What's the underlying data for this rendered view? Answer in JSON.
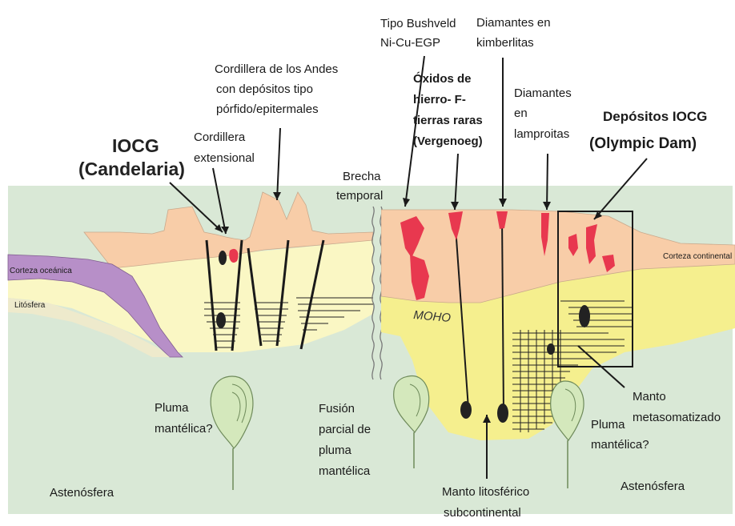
{
  "colors": {
    "astenosfera": "#d9e8d6",
    "litosfera": "#faf7c4",
    "manto_litosferico": "#f5ef8e",
    "corteza_continental": "#f8cda8",
    "corteza_oceanica": "#b78fc8",
    "magma": "#e8384f",
    "pluma": "#d4e8bc"
  },
  "labels": {
    "iocg_candelaria": [
      "IOCG",
      "(Candelaria)"
    ],
    "cordillera_extensional": [
      "Cordillera",
      "extensional"
    ],
    "cordillera_andes": [
      "Cordillera de los Andes",
      "con depósitos tipo",
      "pórfido/epitermales"
    ],
    "brecha_temporal": [
      "Brecha",
      "temporal"
    ],
    "tipo_bushveld": [
      "Tipo Bushveld",
      "Ni-Cu-EGP"
    ],
    "diamantes_kimberlitas": [
      "Diamantes en",
      "kimberlitas"
    ],
    "oxidos_hierro": [
      "Óxidos de",
      "hierro- F-",
      "tierras raras",
      "(Vergenoeg)"
    ],
    "diamantes_lamproitas": [
      "Diamantes",
      "en",
      "lamproitas"
    ],
    "depositos_iocg": [
      "Depósitos IOCG",
      "(Olympic Dam)"
    ],
    "corteza_oceanica": "Corteza oceánica",
    "litosfera": "Litósfera",
    "corteza_continental": "Corteza continental",
    "moho": "MOHO",
    "pluma_izq": [
      "Pluma",
      "mantélica?"
    ],
    "fusion_parcial": [
      "Fusión",
      "parcial de",
      "pluma",
      "mantélica"
    ],
    "manto_metasomatizado": [
      "Manto",
      "metasomatizado"
    ],
    "pluma_der": [
      "Pluma",
      "mantélica?"
    ],
    "astenosfera_izq": "Astenósfera",
    "manto_litosferico": [
      "Manto litosférico",
      "subcontinental"
    ],
    "astenosfera_der": "Astenósfera"
  }
}
